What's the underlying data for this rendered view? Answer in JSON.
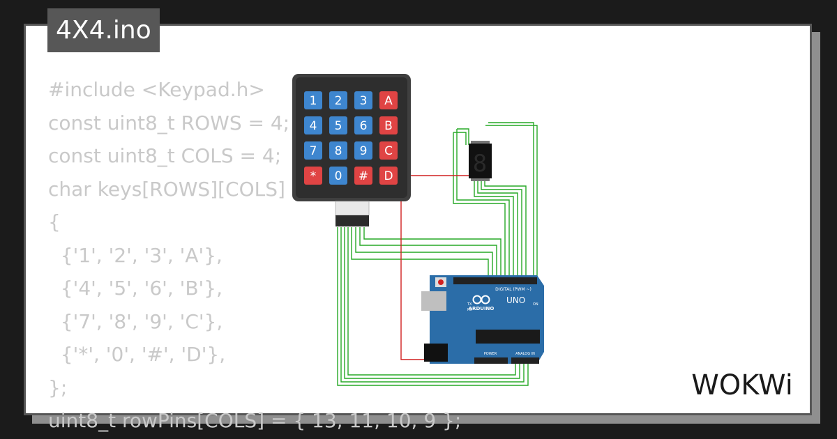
{
  "file_name": "4X4.ino",
  "code_lines": [
    "#include <Keypad.h>",
    "const uint8_t ROWS = 4;",
    "const uint8_t COLS = 4;",
    "char keys[ROWS][COLS] = {",
    "{",
    "  {'1', '2', '3', 'A'},",
    "  {'4', '5', '6', 'B'},",
    "  {'7', '8', '9', 'C'},",
    "  {'*', '0', '#', 'D'},",
    "};",
    "uint8_t rowPins[COLS] = { 13, 11, 10, 9 };"
  ],
  "keypad": {
    "rows": [
      [
        "1",
        "2",
        "3",
        "A"
      ],
      [
        "4",
        "5",
        "6",
        "B"
      ],
      [
        "7",
        "8",
        "9",
        "C"
      ],
      [
        "*",
        "0",
        "#",
        "D"
      ]
    ],
    "colors": {
      "number_key": "#3e86cf",
      "letter_key": "#e04444",
      "body": "#3f3f3f"
    }
  },
  "seven_segment": {
    "digit": "8"
  },
  "arduino": {
    "logo": "ARDUINO",
    "model": "UNO",
    "digital_label": "DIGITAL (PWM ~)",
    "power_label": "POWER",
    "analog_label": "ANALOG IN",
    "on_label": "ON",
    "tx_label": "TX",
    "rx_label": "RX",
    "board_color": "#2b6da8"
  },
  "wire_colors": {
    "green": "#26a826",
    "red": "#d02020"
  },
  "brand": "WOKWi"
}
